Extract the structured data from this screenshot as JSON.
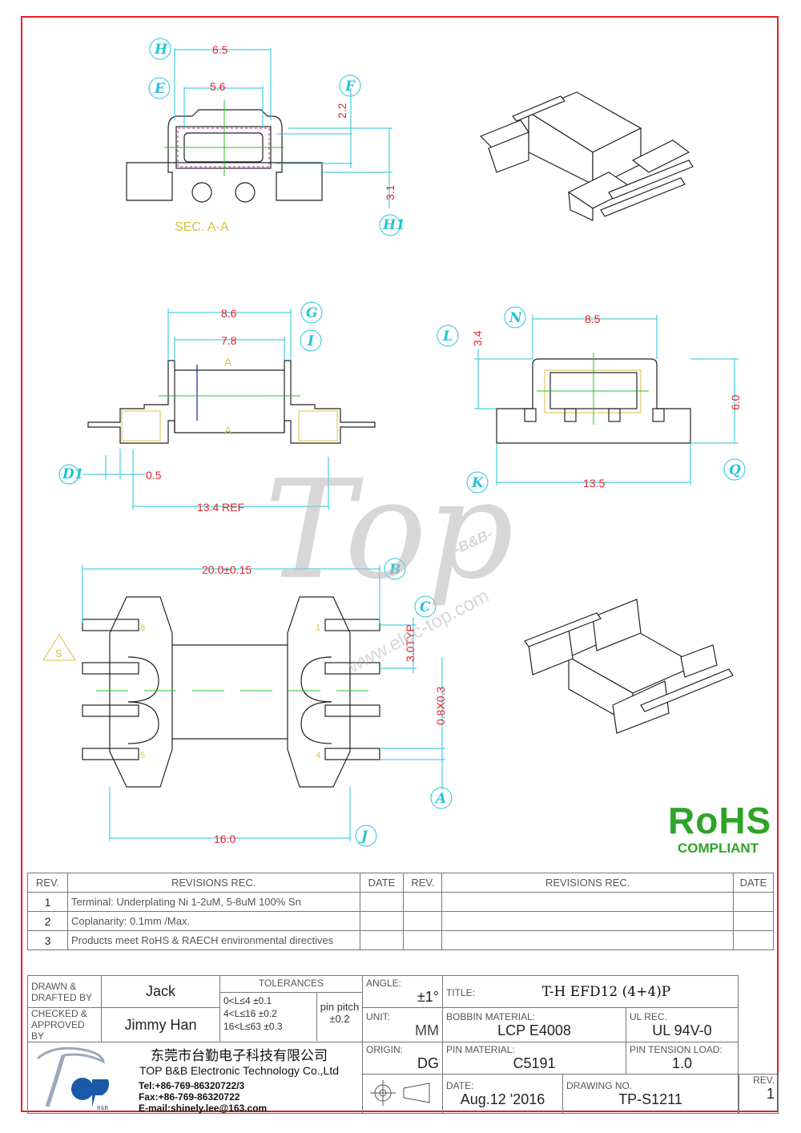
{
  "section_label": "SEC. A-A",
  "dimensions": {
    "top": [
      "6.5",
      "5.6",
      "2.2",
      "3.1"
    ],
    "mid_left": [
      "8.6",
      "7.8",
      "0.5",
      "13.4 REF"
    ],
    "mid_right": [
      "8.5",
      "3.4",
      "6.0",
      "13.5"
    ],
    "bottom": [
      "20.0±0.15",
      "3.0TYP",
      "0.8X0.3",
      "16.0"
    ]
  },
  "callouts": [
    "H",
    "E",
    "F",
    "H1",
    "G",
    "I",
    "N",
    "L",
    "D1",
    "K",
    "Q",
    "B",
    "C",
    "A",
    "J",
    "S"
  ],
  "section_marks": [
    "A",
    "A"
  ],
  "pin_labels": [
    "8",
    "1",
    "5",
    "4"
  ],
  "watermark": {
    "brand": "Top",
    "tag": "-B&B-",
    "url": "www.elec-top.com"
  },
  "rohs": {
    "line1": "RoHS",
    "line2": "COMPLIANT",
    "color": "#2ea329"
  },
  "revisions": {
    "headers": [
      "REV.",
      "REVISIONS    REC.",
      "DATE",
      "REV.",
      "REVISIONS    REC.",
      "DATE"
    ],
    "rows": [
      {
        "rev": "1",
        "text": "Terminal: Underplating Ni 1-2uM, 5-8uM 100% Sn"
      },
      {
        "rev": "2",
        "text": "Coplanarity: 0.1mm  /Max."
      },
      {
        "rev": "3",
        "text": "Products meet RoHS & RAECH environmental directives"
      }
    ]
  },
  "title_block": {
    "drawn_label": "DRAWN &\nDRAFTED BY",
    "drawn_by": "Jack",
    "checked_label": "CHECKED &\nAPPROVED BY",
    "checked_by": "Jimmy Han",
    "tolerances_label": "TOLERANCES",
    "tol_lines": [
      "0<L≤4   ±0.1",
      "4<L≤16  ±0.2",
      "16<L≤63  ±0.3"
    ],
    "pin_pitch_label": "pin pitch",
    "pin_pitch": "±0.2",
    "angle_label": "ANGLE:",
    "angle": "±1°",
    "unit_label": "UNIT:",
    "unit": "MM",
    "origin_label": "ORIGIN:",
    "origin": "DG",
    "title_label": "TITLE:",
    "title": "T-H EFD12 (4+4)P",
    "bobbin_label": "BOBBIN MATERIAL:",
    "bobbin": "LCP E4008",
    "ul_label": "UL REC.",
    "ul": "UL 94V-0",
    "pin_mat_label": "PIN MATERIAL:",
    "pin_mat": "C5191",
    "tension_label": "PIN TENSION LOAD:",
    "tension": "1.0",
    "date_label": "DATE:",
    "date": "Aug.12 '2016",
    "drawing_no_label": "DRAWING NO.",
    "drawing_no": "TP-S1211",
    "rev_label": "REV.",
    "rev": "1",
    "company_cn": "东莞市台勤电子科技有限公司",
    "company_en": "TOP B&B Electronic Technology Co.,Ltd",
    "tel": "Tel:+86-769-86320722/3",
    "fax": "Fax:+86-769-86320722",
    "email": "E-mail:shinely.lee@163.com",
    "logo_text": "B&B"
  }
}
